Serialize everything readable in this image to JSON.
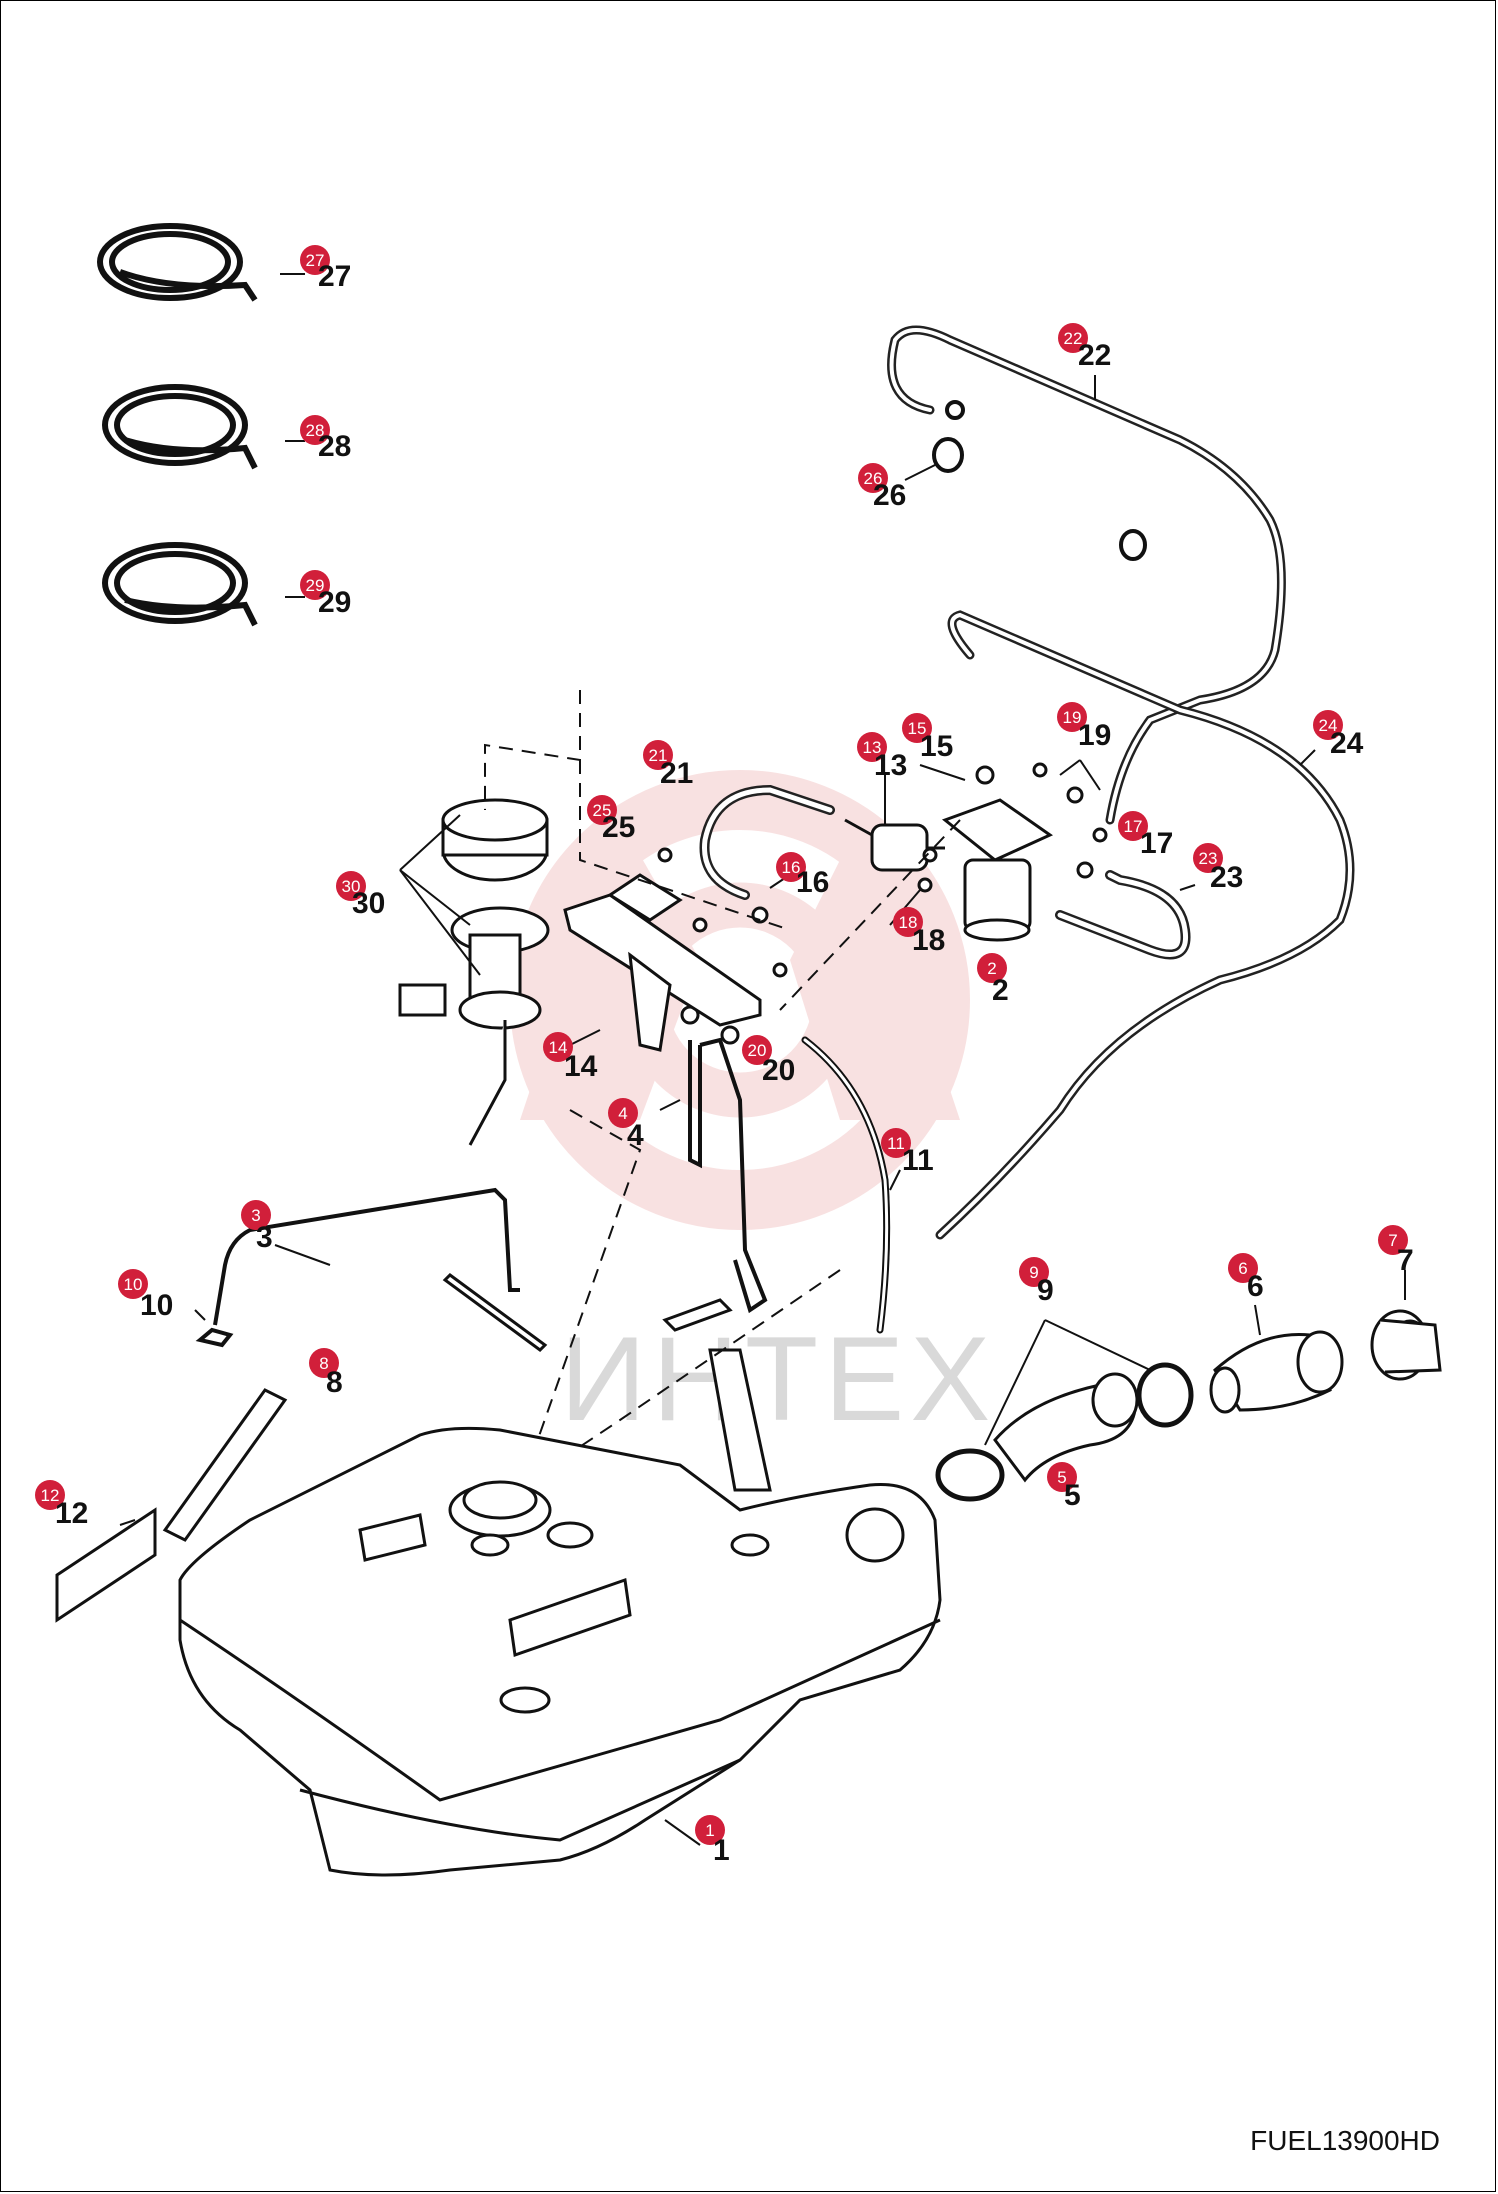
{
  "drawing_ref": "FUEL13900HD",
  "watermark_text": "ИНТЕХ",
  "colors": {
    "badge": "#d11f3a",
    "line": "#111111",
    "watermark": "#f3c9c9"
  },
  "callouts": [
    {
      "id": "1",
      "label": "1"
    },
    {
      "id": "2",
      "label": "2"
    },
    {
      "id": "3",
      "label": "3"
    },
    {
      "id": "4",
      "label": "4"
    },
    {
      "id": "5",
      "label": "5"
    },
    {
      "id": "6",
      "label": "6"
    },
    {
      "id": "7",
      "label": "7"
    },
    {
      "id": "8",
      "label": "8"
    },
    {
      "id": "9",
      "label": "9"
    },
    {
      "id": "10",
      "label": "10"
    },
    {
      "id": "11",
      "label": "11"
    },
    {
      "id": "12",
      "label": "12"
    },
    {
      "id": "13",
      "label": "13"
    },
    {
      "id": "14",
      "label": "14"
    },
    {
      "id": "15",
      "label": "15"
    },
    {
      "id": "16",
      "label": "16"
    },
    {
      "id": "17",
      "label": "17"
    },
    {
      "id": "18",
      "label": "18"
    },
    {
      "id": "19",
      "label": "19"
    },
    {
      "id": "20",
      "label": "20"
    },
    {
      "id": "21",
      "label": "21"
    },
    {
      "id": "22",
      "label": "22"
    },
    {
      "id": "23",
      "label": "23"
    },
    {
      "id": "24",
      "label": "24"
    },
    {
      "id": "25",
      "label": "25"
    },
    {
      "id": "26",
      "label": "26"
    },
    {
      "id": "27",
      "label": "27"
    },
    {
      "id": "28",
      "label": "28"
    },
    {
      "id": "29",
      "label": "29"
    },
    {
      "id": "30",
      "label": "30"
    }
  ]
}
